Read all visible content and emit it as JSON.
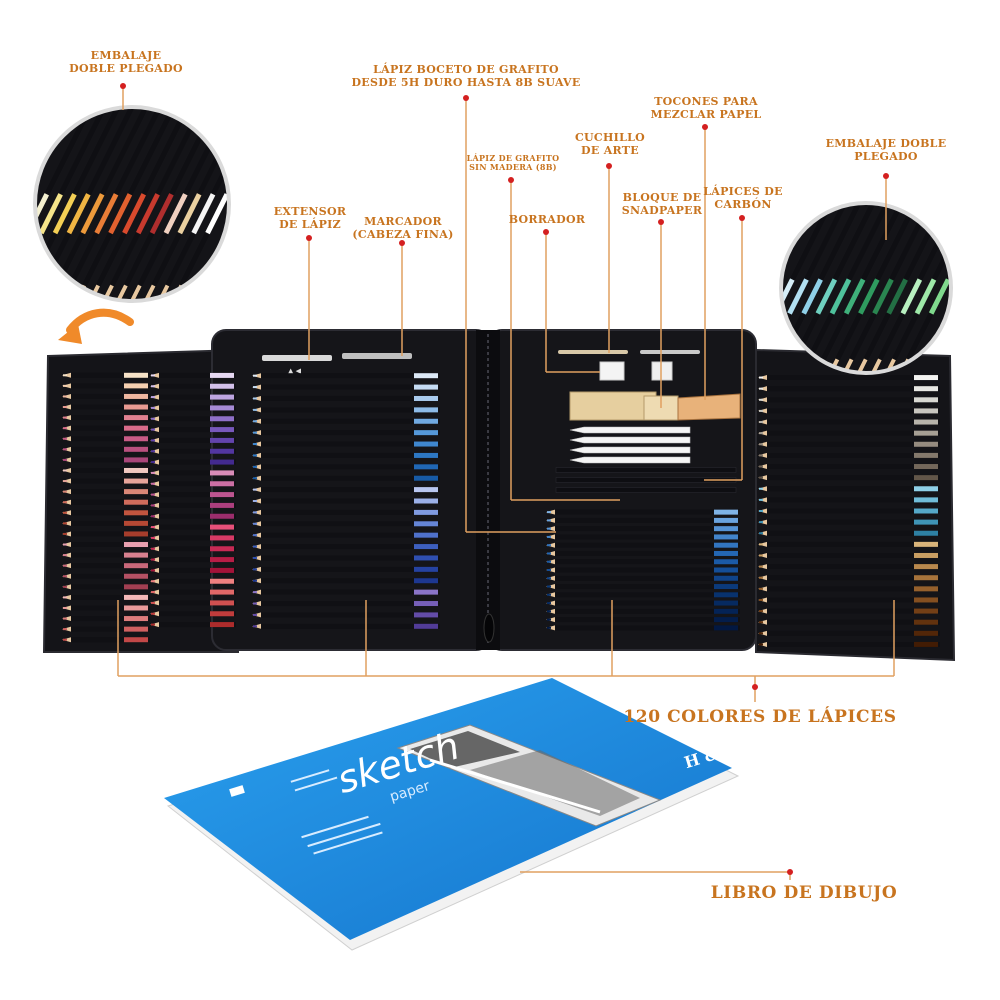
{
  "labels": {
    "packaging_left": "EMBALAJE\nDOBLE PLEGADO",
    "graphite_pencil": "LÁPIZ BOCETO DE GRAFITO\nDESDE 5H DURO HASTA 8B SUAVE",
    "woodless_graphite": "LÁPIZ DE GRAFITO\nSIN MADERA (8B)",
    "art_knife": "CUCHILLO\nDE ARTE",
    "blending_stumps": "TOCONES PARA\nMEZCLAR PAPEL",
    "packaging_right": "EMBALAJE DOBLE\nPLEGADO",
    "pencil_extender": "EXTENSOR\nDE LÁPIZ",
    "marker": "MARCADOR\n(CABEZA FINA)",
    "eraser": "BORRADOR",
    "sandpaper_block": "BLOQUE DE\nSNADPAPER",
    "charcoal_pencils": "LÁPICES DE\nCARBÓN",
    "colored_pencils": "120 COLORES DE LÁPICES",
    "sketchbook": "LIBRO DE DIBUJO"
  },
  "sketchbook_cover": {
    "title": "sketch",
    "subtitle": "paper",
    "brand": "H & B"
  },
  "colors": {
    "label_text": "#c8741f",
    "leader_line": "#e0a060",
    "leader_dot": "#d42020",
    "case_black": "#141418",
    "sketchbook_blue": "#1f8fe0",
    "arrow_orange": "#f08a2a"
  },
  "pencil_panels": {
    "left_flap": [
      "#f7e3c8",
      "#f5cfb0",
      "#efb7a0",
      "#e89a92",
      "#e08090",
      "#d96b8a",
      "#c85b86",
      "#b9507f",
      "#a9467a",
      "#f0c8c0",
      "#e6a49a",
      "#da8777",
      "#cf6c5c",
      "#c2553f",
      "#b54834",
      "#a63d2c",
      "#e8a0b0",
      "#d8808f",
      "#c9687a",
      "#b55164",
      "#a23f52",
      "#f4b8b8",
      "#e99a9a",
      "#dc7c7c",
      "#cf6060",
      "#c24848"
    ],
    "left_inner": [
      "#e6d8f2",
      "#d3c0ea",
      "#bda4e0",
      "#a68ad5",
      "#8f70c8",
      "#7858bb",
      "#6344ad",
      "#5236a0",
      "#432a90",
      "#d98cb8",
      "#cc6fa4",
      "#bd5590",
      "#ad3f7e",
      "#9c2d6c",
      "#e8507a",
      "#d83a66",
      "#c82a55",
      "#b71d46",
      "#a41339",
      "#f08080",
      "#e06868",
      "#d05050",
      "#c03c3c",
      "#ad2c2c"
    ],
    "center_left": [
      "#dde9f7",
      "#c5dbf3",
      "#aacbee",
      "#8dbbe8",
      "#70a9e1",
      "#5598d9",
      "#3f87cf",
      "#2d77c3",
      "#2067b5",
      "#175aa5",
      "#b8c6f0",
      "#9bb0e8",
      "#7f9ae0",
      "#6585d6",
      "#4f71cb",
      "#3d5fbe",
      "#2f4fb0",
      "#2542a1",
      "#1d3791",
      "#8a74c8",
      "#765fb8",
      "#634ca8",
      "#523c98"
    ],
    "center_right": [
      "#7fb3e6",
      "#6aa3de",
      "#5593d5",
      "#4284cb",
      "#3275c0",
      "#2467b4",
      "#1b5aa6",
      "#144e98",
      "#0f4389",
      "#0b3a7b",
      "#08326e",
      "#062a61",
      "#042356",
      "#031d4b",
      "#021842"
    ],
    "right_flap": [
      "#f4f4f2",
      "#e8e8e4",
      "#d8d8d2",
      "#c8c6bf",
      "#b7b3aa",
      "#a69f94",
      "#958b7f",
      "#84796c",
      "#73675a",
      "#625649",
      "#8fd0e8",
      "#70bcd8",
      "#55a8c8",
      "#3f94b6",
      "#2e80a3",
      "#d9b47a",
      "#c99e62",
      "#b8884d",
      "#a6733b",
      "#95602c",
      "#844f20",
      "#733f16",
      "#62320e",
      "#522608",
      "#421c04"
    ]
  }
}
